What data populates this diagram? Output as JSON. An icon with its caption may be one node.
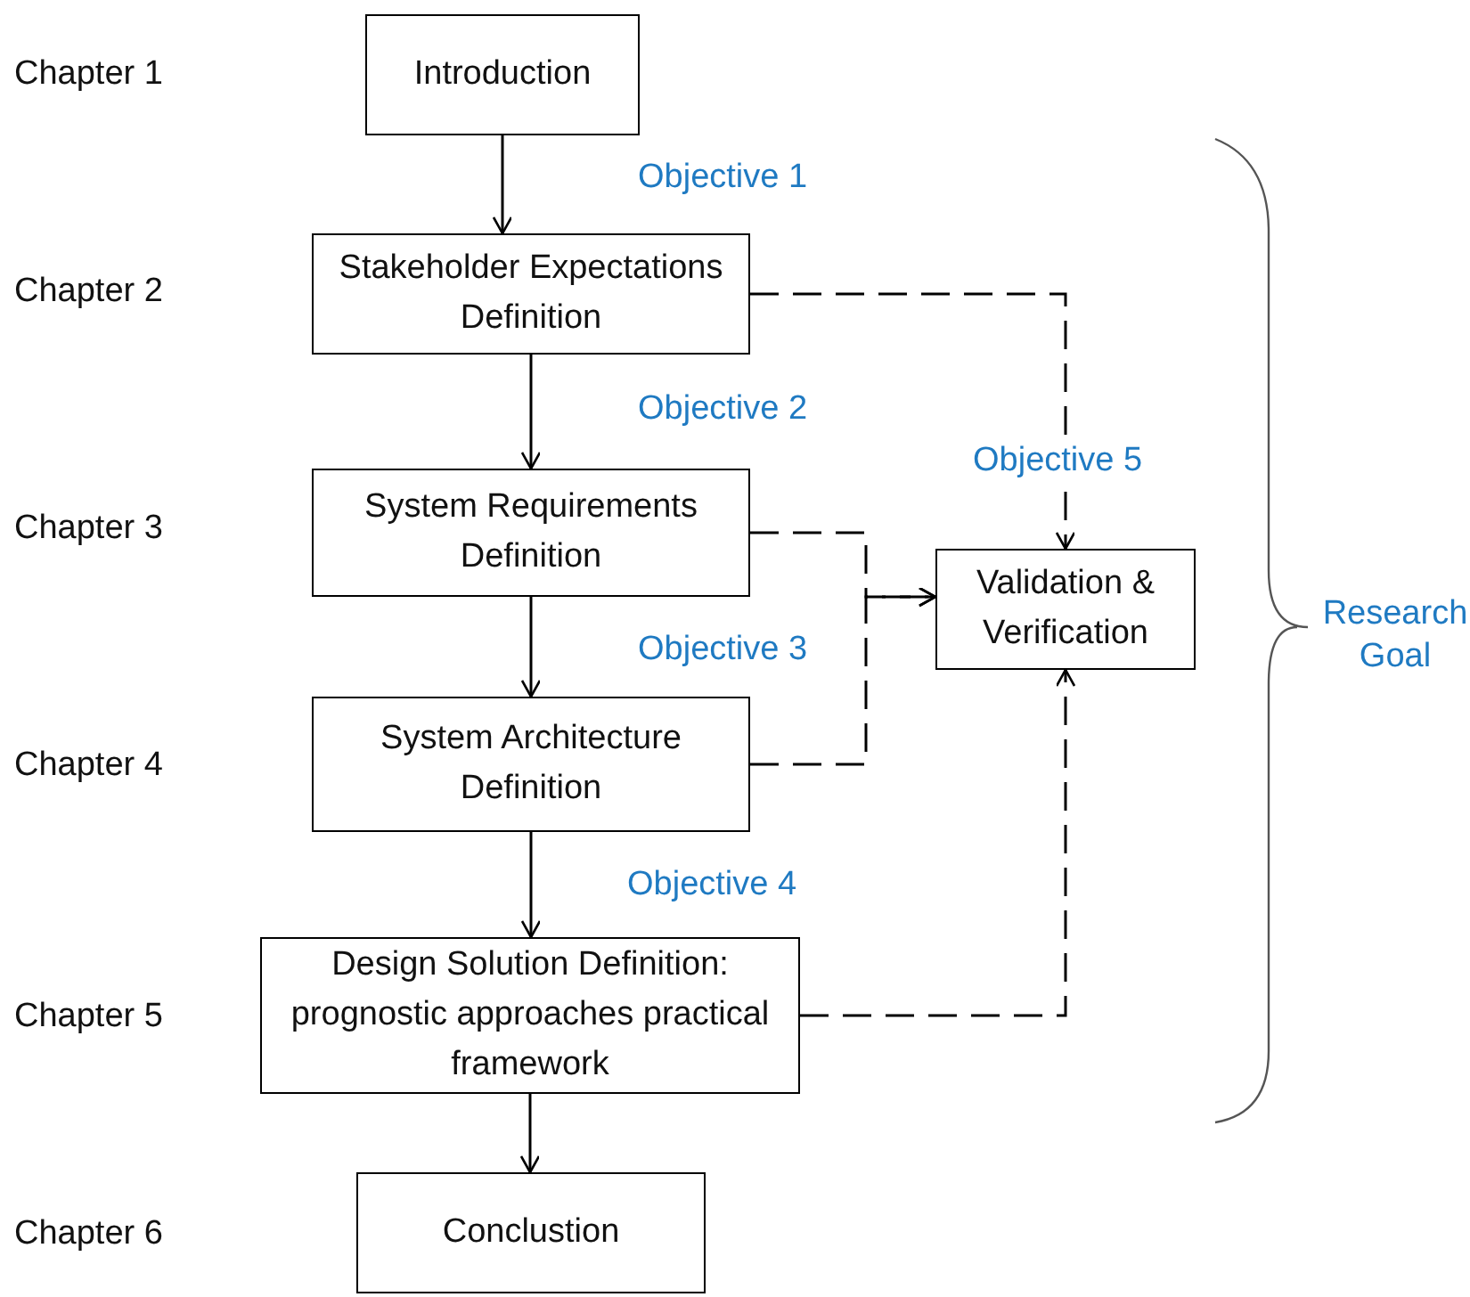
{
  "diagram": {
    "nodes": [
      {
        "text": [
          "Introduction"
        ]
      },
      {
        "text": [
          "Stakeholder Expectations Definition"
        ]
      },
      {
        "text": [
          "System Requirements Definition"
        ]
      },
      {
        "text": [
          "System Architecture Definition"
        ]
      },
      {
        "text": [
          "Design Solution Definition: prognostic approaches practical framework"
        ]
      },
      {
        "text": [
          "Conclustion"
        ]
      },
      {
        "text": [
          "Validation & Verification"
        ]
      }
    ],
    "edges": [
      {
        "from": 0,
        "to": 1,
        "arrow": "to"
      },
      {
        "from": 1,
        "to": 2,
        "arrow": "to"
      },
      {
        "from": 2,
        "to": 3,
        "arrow": "to"
      },
      {
        "from": 3,
        "to": 4,
        "arrow": "to"
      },
      {
        "from": 4,
        "to": 5,
        "arrow": "to"
      },
      {
        "from": 1,
        "to": 6,
        "arrow": "to",
        "style": "dashed"
      },
      {
        "from": 2,
        "to": 6,
        "arrow": "to",
        "style": "dashed"
      },
      {
        "from": 3,
        "to": 6,
        "arrow": "to",
        "style": "dashed"
      },
      {
        "from": 4,
        "to": 6,
        "arrow": "to",
        "style": "dashed"
      }
    ],
    "labels": [
      "Chapter 1",
      "Objective 1",
      "Chapter 2",
      "Objective 2",
      "Objective 5",
      "Chapter 3",
      "Objective 3",
      "Research Goal",
      "Chapter 4",
      "Objective 4",
      "Chapter 5",
      "Chapter 6"
    ]
  }
}
